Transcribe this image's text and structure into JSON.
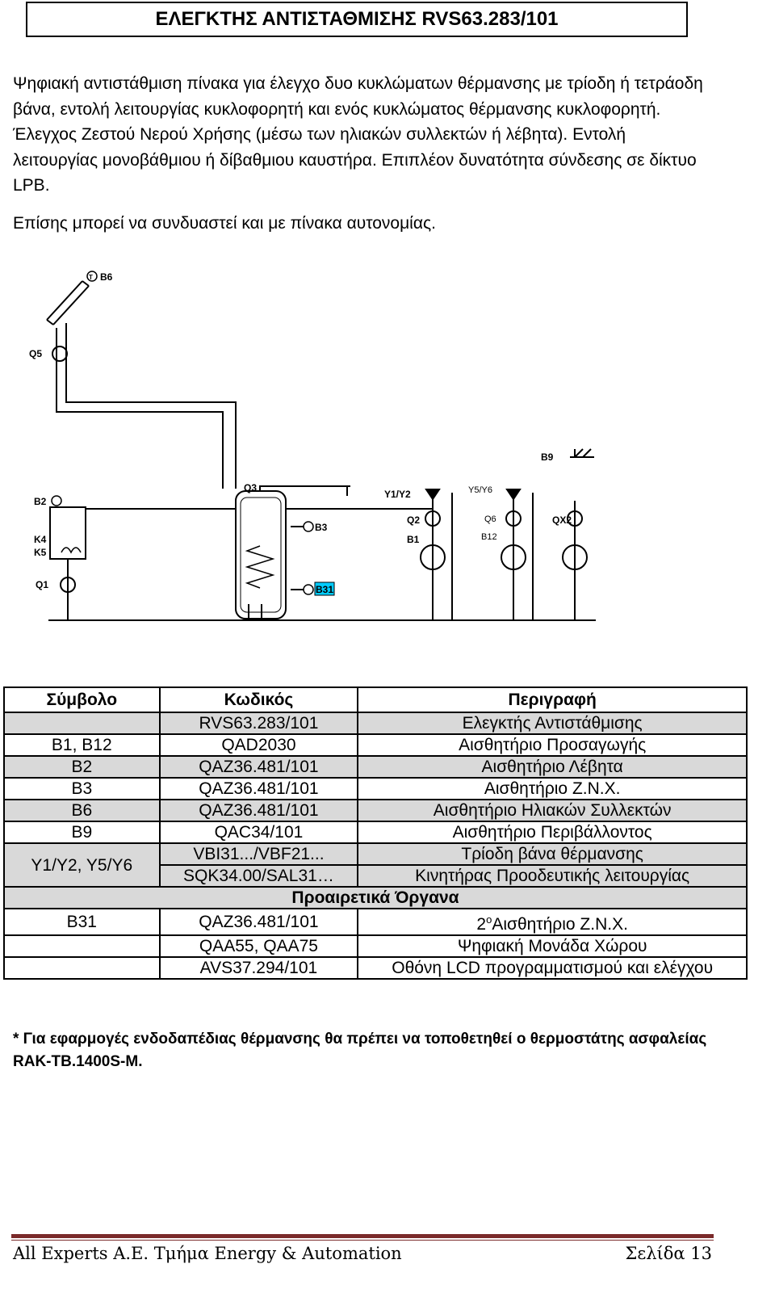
{
  "title": "ΕΛΕΓΚΤΗΣ ΑΝΤΙΣΤΑΘΜΙΣΗΣ RVS63.283/101",
  "intro": "Ψηφιακή αντιστάθμιση πίνακα για έλεγχο δυο κυκλώματων θέρμανσης με τρίοδη ή τετράοδη βάνα, εντολή λειτουργίας κυκλοφορητή και ενός κυκλώματος θέρμανσης κυκλοφορητή. Έλεγχος Ζεστού Νερού Χρήσης (μέσω των ηλιακών συλλεκτών ή λέβητα). Εντολή λειτουργίας μονοβάθμιου ή δίβαθμιου καυστήρα. Επιπλέον δυνατότητα σύνδεσης σε δίκτυο LPB.",
  "intro2": "Επίσης μπορεί να συνδυαστεί και με πίνακα αυτονομίας.",
  "diagram": {
    "labels": {
      "b6": "B6",
      "q5": "Q5",
      "b9": "B9",
      "b2": "B2",
      "k4": "K4",
      "k5": "K5",
      "q1": "Q1",
      "q3": "Q3",
      "b3": "B3",
      "b31": "B31",
      "y1y2": "Y1/Y2",
      "q2": "Q2",
      "b1": "B1",
      "y5y6": "Y5/Y6",
      "q6": "Q6",
      "b12": "B12",
      "qx2": "QX2",
      "t": "T"
    },
    "highlight_color": "#00ccff"
  },
  "table": {
    "headers": [
      "Σύμβολο",
      "Κωδικός",
      "Περιγραφή"
    ],
    "rows": [
      {
        "symbol": "",
        "code": "RVS63.283/101",
        "desc": "Ελεγκτής Αντιστάθμισης"
      },
      {
        "symbol": "B1, B12",
        "code": "QAD2030",
        "desc": "Αισθητήριο Προσαγωγής"
      },
      {
        "symbol": "B2",
        "code": "QAZ36.481/101",
        "desc": "Αισθητήριο Λέβητα"
      },
      {
        "symbol": "B3",
        "code": "QAZ36.481/101",
        "desc": "Αισθητήριο Ζ.Ν.Χ."
      },
      {
        "symbol": "B6",
        "code": "QAZ36.481/101",
        "desc": "Αισθητήριο Ηλιακών Συλλεκτών"
      },
      {
        "symbol": "B9",
        "code": "QAC34/101",
        "desc": "Αισθητήριο Περιβάλλοντος"
      }
    ],
    "y_symbol": "Y1/Y2, Y5/Y6",
    "y_rows": [
      {
        "code": "VBI31.../VBF21...",
        "desc": "Τρίοδη βάνα θέρμανσης"
      },
      {
        "code": "SQK34.00/SAL31…",
        "desc": "Κινητήρας Προοδευτικής λειτουργίας"
      }
    ],
    "optional_header": "Προαιρετικά Όργανα",
    "optional_rows": [
      {
        "symbol": "B31",
        "code": "QAZ36.481/101",
        "desc_prefix": "2",
        "desc_sup": "ο",
        "desc": "Αισθητήριο Ζ.Ν.Χ."
      },
      {
        "symbol": "",
        "code": "QAA55, QAA75",
        "desc": "Ψηφιακή Μονάδα Χώρου"
      },
      {
        "symbol": "",
        "code": "AVS37.294/101",
        "desc": "Οθόνη LCD προγραμματισμού και ελέγχου"
      }
    ]
  },
  "note": "* Για εφαρμογές ενδοδαπέδιας θέρμανσης θα πρέπει να τοποθετηθεί ο θερμοστάτης ασφαλείας RAK-TB.1400S-M.",
  "footer": {
    "left": "All Experts A.E. Τμήμα Energy & Automation",
    "right": "Σελίδα 13",
    "rule_color": "#7a2a2a"
  }
}
